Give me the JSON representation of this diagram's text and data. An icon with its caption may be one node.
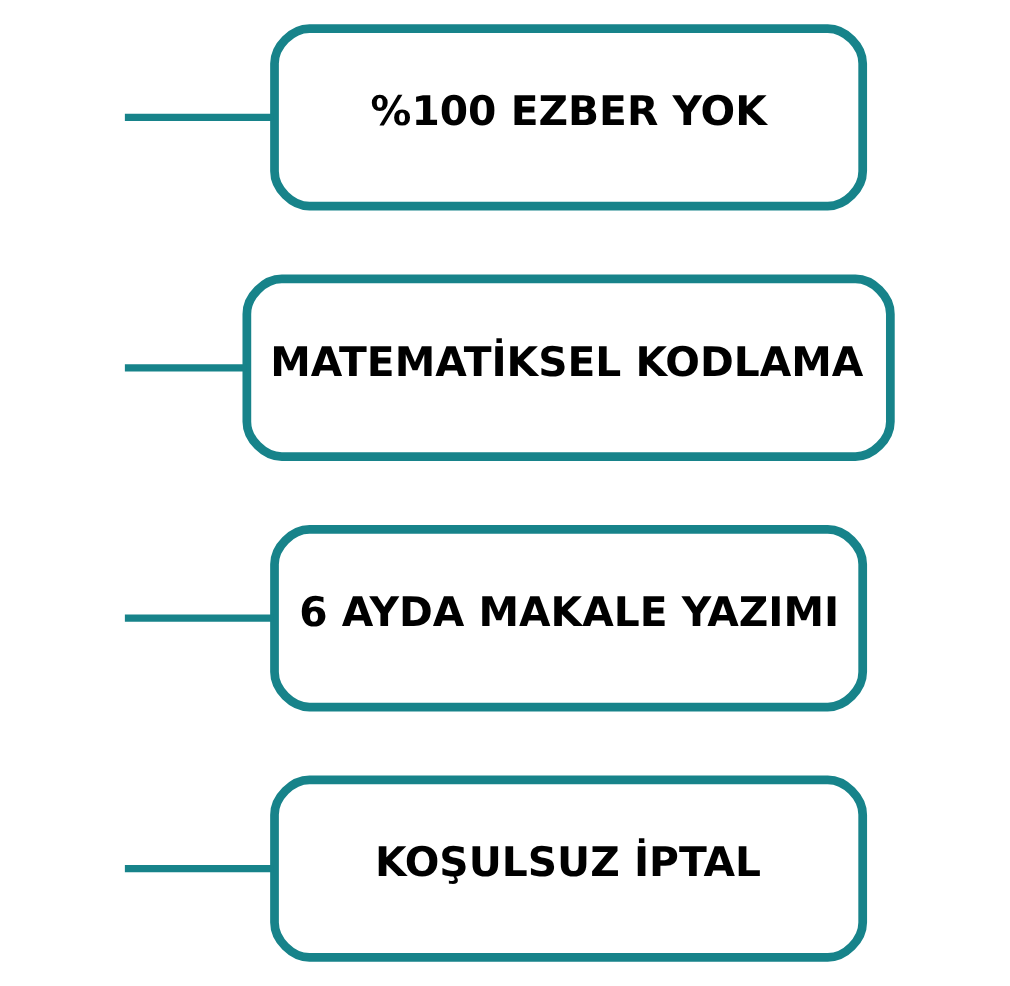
{
  "diagram": {
    "nodes": [
      {
        "text": [
          "%100 EZBER YOK"
        ]
      },
      {
        "text": [
          "MATEMATİKSEL KODLAMA"
        ]
      },
      {
        "text": [
          "6 AYDA MAKALE YAZIMI"
        ]
      },
      {
        "text": [
          "KOŞULSUZ İPTAL"
        ]
      }
    ],
    "edges": [
      {
        "from": null,
        "to": 0,
        "arrow": "none"
      },
      {
        "from": null,
        "to": 1,
        "arrow": "none"
      },
      {
        "from": null,
        "to": 2,
        "arrow": "none"
      },
      {
        "from": null,
        "to": 3,
        "arrow": "none"
      }
    ]
  }
}
